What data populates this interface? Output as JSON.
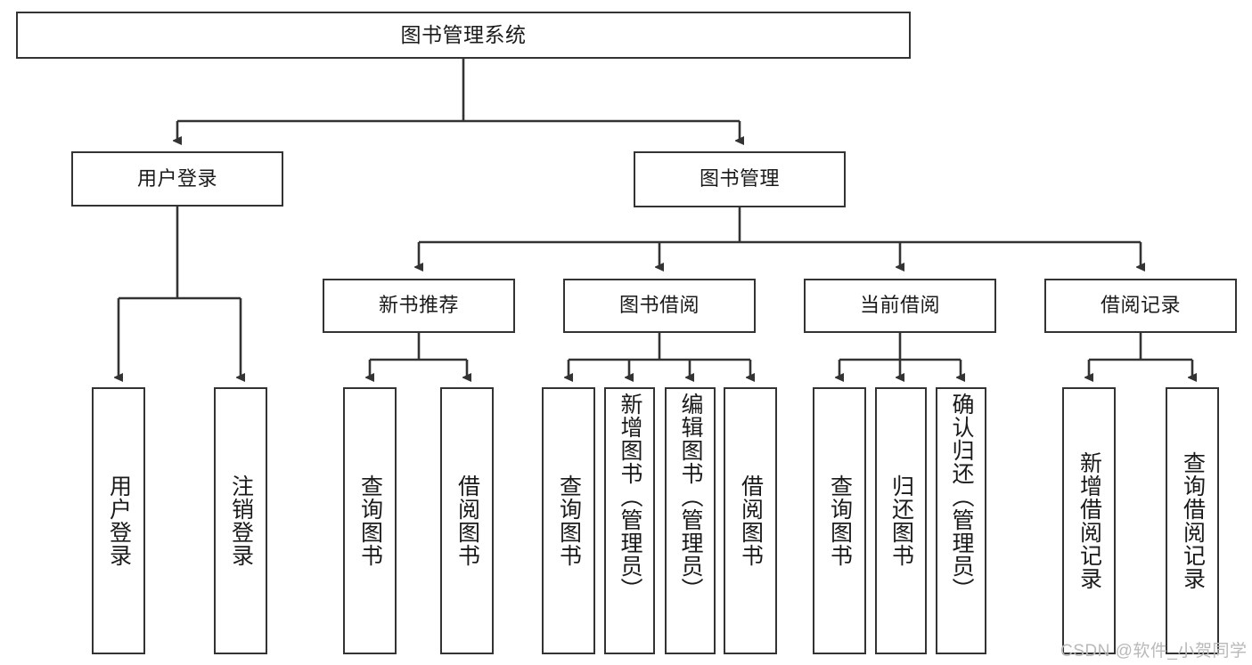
{
  "diagram": {
    "title": "图书管理系统",
    "type": "hierarchy-tree",
    "levels": 4,
    "nodes": {
      "root": {
        "label": "图书管理系统"
      },
      "level2": [
        {
          "id": "user-login",
          "label": "用户登录"
        },
        {
          "id": "book-management",
          "label": "图书管理"
        }
      ],
      "level3": [
        {
          "id": "new-book-recommend",
          "label": "新书推荐",
          "parent": "book-management"
        },
        {
          "id": "book-borrow",
          "label": "图书借阅",
          "parent": "book-management"
        },
        {
          "id": "current-borrow",
          "label": "当前借阅",
          "parent": "book-management"
        },
        {
          "id": "borrow-record",
          "label": "借阅记录",
          "parent": "book-management"
        }
      ],
      "leaves": {
        "user-login": [
          {
            "id": "leaf-user-login",
            "label": "用户登录"
          },
          {
            "id": "leaf-logout",
            "label": "注销登录"
          }
        ],
        "new-book-recommend": [
          {
            "id": "leaf-query-book-1",
            "label": "查询图书"
          },
          {
            "id": "leaf-borrow-book-1",
            "label": "借阅图书"
          }
        ],
        "book-borrow": [
          {
            "id": "leaf-query-book-2",
            "label": "查询图书"
          },
          {
            "id": "leaf-add-book",
            "label": "新增图书（管理员）"
          },
          {
            "id": "leaf-edit-book",
            "label": "编辑图书（管理员）"
          },
          {
            "id": "leaf-borrow-book-2",
            "label": "借阅图书"
          }
        ],
        "current-borrow": [
          {
            "id": "leaf-query-book-3",
            "label": "查询图书"
          },
          {
            "id": "leaf-return-book",
            "label": "归还图书"
          },
          {
            "id": "leaf-confirm-return",
            "label": "确认归还（管理员）"
          }
        ],
        "borrow-record": [
          {
            "id": "leaf-add-record",
            "label": "新增借阅记录"
          },
          {
            "id": "leaf-query-record",
            "label": "查询借阅记录"
          }
        ]
      }
    },
    "colors": {
      "stroke": "#333333",
      "fill": "#ffffff",
      "text": "#1a1a1a",
      "watermark": "#b9b9b9"
    }
  },
  "watermark": {
    "text": "CSDN @软件_小贺同学"
  }
}
